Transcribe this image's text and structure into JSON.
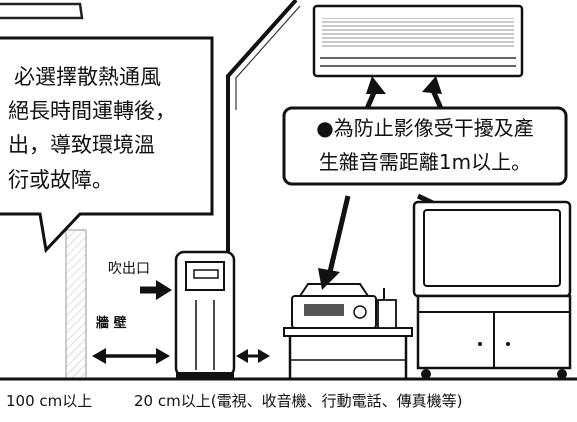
{
  "warning_box": {
    "lines": [
      "必選擇散熱通風",
      "絕長時間運轉後，",
      "出，導致環境溫",
      "衍或故障。"
    ]
  },
  "interference_note": {
    "lines": [
      "●為防止影像受干擾及產",
      "生雜音需距離1m以上。"
    ]
  },
  "labels": {
    "outlet": "吹出口",
    "wall": "牆 壁"
  },
  "bottom_captions": {
    "wall_distance": "100 cm以上",
    "appliance_distance": "20 cm以上(電視、收音機、行動電話、傳真機等)"
  },
  "icons": {
    "air_conditioner": "air-conditioner-icon",
    "television": "television-icon",
    "radio": "radio-cassette-icon",
    "phone": "cordless-phone-icon",
    "dehumidifier": "dehumidifier-icon"
  }
}
